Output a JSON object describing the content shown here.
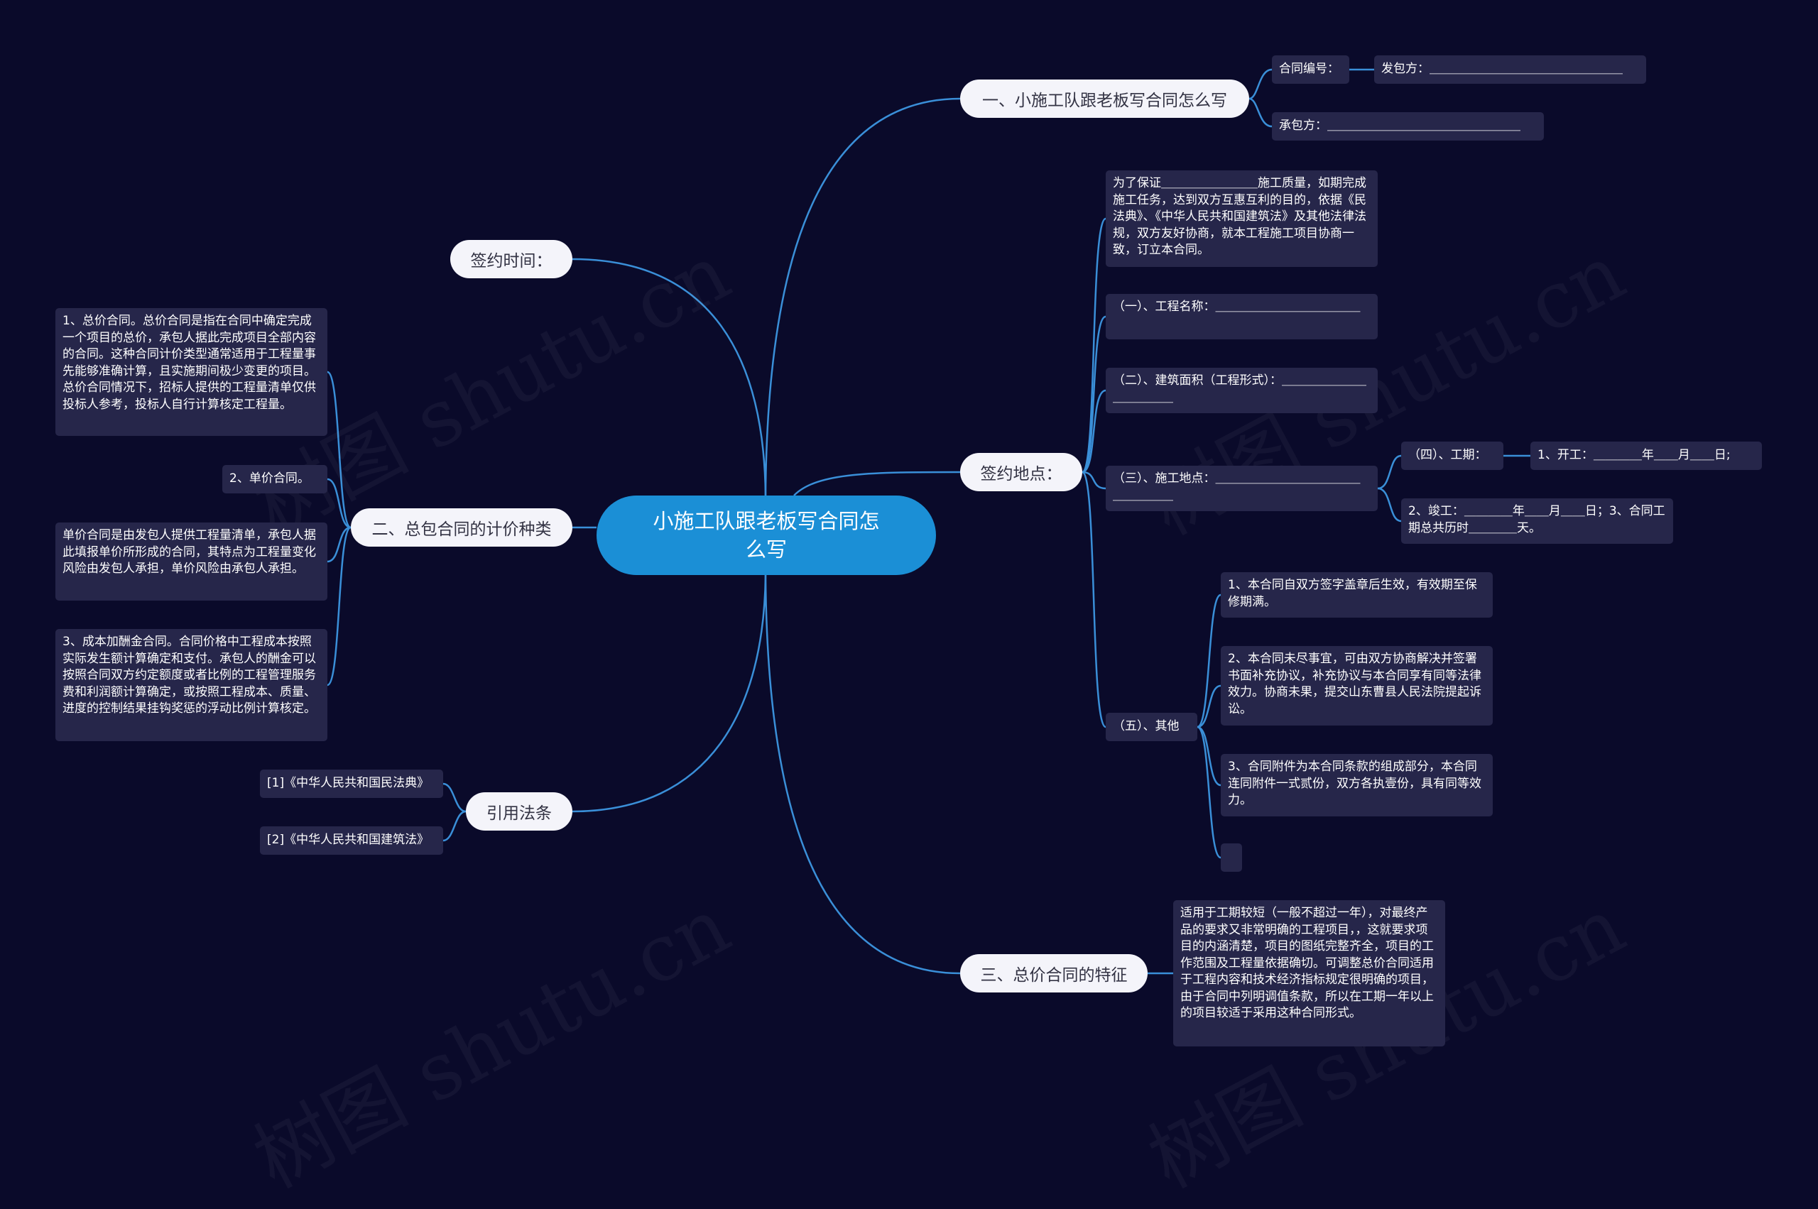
{
  "root": {
    "label": "小施工队跟老板写合同怎么写"
  },
  "colors": {
    "background": "#0a0a2a",
    "root": "#1b8fd6",
    "branch": "#f4f4fa",
    "leaf": "#26264a",
    "line": "#3a8fd8"
  },
  "right": {
    "b1": {
      "label": "一、小施工队跟老板写合同怎么写",
      "contract_no": "合同编号：",
      "employer": "发包方：＿＿＿＿＿＿＿＿＿＿＿＿＿＿＿＿",
      "contractor": "承包方：＿＿＿＿＿＿＿＿＿＿＿＿＿＿＿＿"
    },
    "b2": {
      "label": "签约地点：",
      "preamble": "为了保证＿＿＿＿＿＿＿＿施工质量，如期完成施工任务，达到双方互惠互利的目的，依据《民法典》、《中华人民共和国建筑法》及其他法律法规，双方友好协商，就本工程施工项目协商一致，订立本合同。",
      "project_name": "（一）、工程名称：＿＿＿＿＿＿＿＿＿＿＿＿",
      "building_area": "（二）、建筑面积（工程形式）：＿＿＿＿＿＿＿＿＿＿＿＿",
      "site": "（三）、施工地点：＿＿＿＿＿＿＿＿＿＿＿＿＿＿＿＿＿",
      "period": "（四）、工期：",
      "start": "1、开工：＿＿＿＿年＿＿月＿＿日;",
      "finish": "2、竣工：＿＿＿＿年＿＿月＿＿日；3、合同工期总共历时＿＿＿＿天。",
      "other": "（五）、其他",
      "other_1": "1、本合同自双方签字盖章后生效，有效期至保修期满。",
      "other_2": "2、本合同未尽事宜，可由双方协商解决并签署书面补充协议，补充协议与本合同享有同等法律效力。协商未果，提交山东曹县人民法院提起诉讼。",
      "other_3": "3、合同附件为本合同条款的组成部分，本合同连同附件一式贰份，双方各执壹份，具有同等效力。",
      "other_4": ""
    },
    "b3": {
      "label": "三、总价合同的特征",
      "text": "适用于工期较短（一般不超过一年），对最终产品的要求又非常明确的工程项目，，这就要求项目的内涵清楚，项目的图纸完整齐全，项目的工作范围及工程量依据确切。可调整总价合同适用于工程内容和技术经济指标规定很明确的项目，由于合同中列明调值条款，所以在工期一年以上的项目较适于采用这种合同形式。"
    }
  },
  "left": {
    "sign_time": {
      "label": "签约时间："
    },
    "pricing": {
      "label": "二、总包合同的计价种类",
      "item_1": "1、总价合同。总价合同是指在合同中确定完成一个项目的总价，承包人据此完成项目全部内容的合同。这种合同计价类型通常适用于工程量事先能够准确计算，且实施期间极少变更的项目。总价合同情况下，招标人提供的工程量清单仅供投标人参考，投标人自行计算核定工程量。",
      "item_2": "2、单价合同。",
      "item_2_desc": "单价合同是由发包人提供工程量清单，承包人据此填报单价所形成的合同，其特点为工程量变化风险由发包人承担，单价风险由承包人承担。",
      "item_3": "3、成本加酬金合同。合同价格中工程成本按照实际发生额计算确定和支付。承包人的酬金可以按照合同双方约定额度或者比例的工程管理服务费和利润额计算确定，或按照工程成本、质量、进度的控制结果挂钩奖惩的浮动比例计算核定。"
    },
    "laws": {
      "label": "引用法条",
      "law_1": "[1]《中华人民共和国民法典》",
      "law_2": "[2]《中华人民共和国建筑法》"
    }
  }
}
